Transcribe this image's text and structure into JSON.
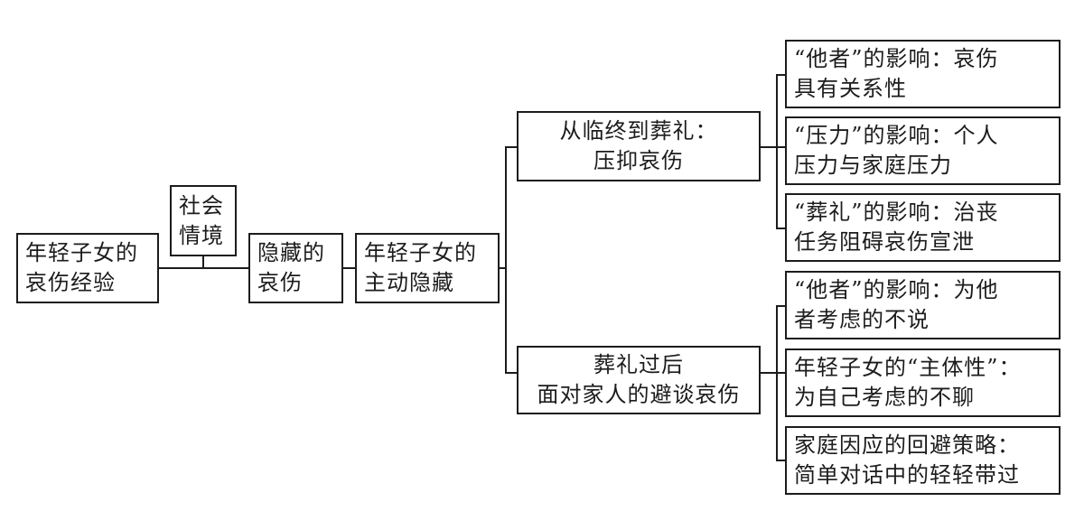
{
  "diagram": {
    "description": "树状图：年轻子女的哀伤经验",
    "colors": {
      "background": "#ffffff",
      "border": "#1c1c1c",
      "text": "#1c1c1c"
    },
    "nodes": {
      "root": {
        "lines": [
          "年轻子女的",
          "哀伤经验"
        ]
      },
      "context": {
        "lines": [
          "社会",
          "情境"
        ]
      },
      "hidden": {
        "lines": [
          "隐藏的",
          "哀伤"
        ]
      },
      "active": {
        "lines": [
          "年轻子女的",
          "主动隐藏"
        ]
      },
      "branch_top": {
        "lines": [
          "从临终到葬礼：",
          "压抑哀伤"
        ]
      },
      "branch_bottom": {
        "lines": [
          "葬礼过后",
          "面对家人的避谈哀伤"
        ]
      },
      "leaf_other_influence": {
        "lines": [
          "“他者”的影响：哀伤",
          "具有关系性"
        ]
      },
      "leaf_pressure": {
        "lines": [
          "“压力”的影响：个人",
          "压力与家庭压力"
        ]
      },
      "leaf_funeral_tasks": {
        "lines": [
          "“葬礼”的影响：治丧",
          "任务阻碍哀伤宣泄"
        ]
      },
      "leaf_other_consider": {
        "lines": [
          "“他者”的影响：为他",
          "者考虑的不说"
        ]
      },
      "leaf_subjectivity": {
        "lines": [
          "年轻子女的“主体性”：",
          "为自己考虑的不聊"
        ]
      },
      "leaf_family_avoidance": {
        "lines": [
          "家庭因应的回避策略：",
          "简单对话中的轻轻带过"
        ]
      }
    }
  }
}
